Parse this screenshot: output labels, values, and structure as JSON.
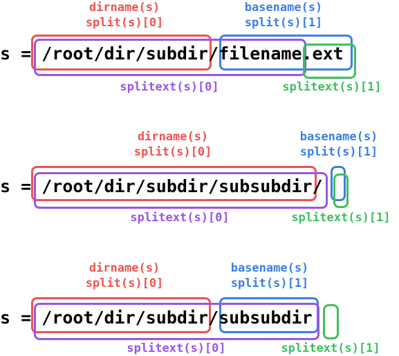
{
  "colors": {
    "dirname": "#ee5252",
    "basename": "#3b7fe6",
    "splitext_root": "#9955e6",
    "splitext_ext": "#3fbf5f"
  },
  "examples": [
    {
      "prefix": "s = ",
      "path": "/root/dir/subdir/filename.ext",
      "dirname_label": "dirname(s)",
      "split0_label": "split(s)[0]",
      "basename_label": "basename(s)",
      "split1_label": "split(s)[1]",
      "splitext0_label": "splitext(s)[0]",
      "splitext1_label": "splitext(s)[1]"
    },
    {
      "prefix": "s = ",
      "path": "/root/dir/subdir/subsubdir/",
      "dirname_label": "dirname(s)",
      "split0_label": "split(s)[0]",
      "basename_label": "basename(s)",
      "split1_label": "split(s)[1]",
      "splitext0_label": "splitext(s)[0]",
      "splitext1_label": "splitext(s)[1]"
    },
    {
      "prefix": "s = ",
      "path": "/root/dir/subdir/subsubdir",
      "dirname_label": "dirname(s)",
      "split0_label": "split(s)[0]",
      "basename_label": "basename(s)",
      "split1_label": "split(s)[1]",
      "splitext0_label": "splitext(s)[0]",
      "splitext1_label": "splitext(s)[1]"
    }
  ]
}
